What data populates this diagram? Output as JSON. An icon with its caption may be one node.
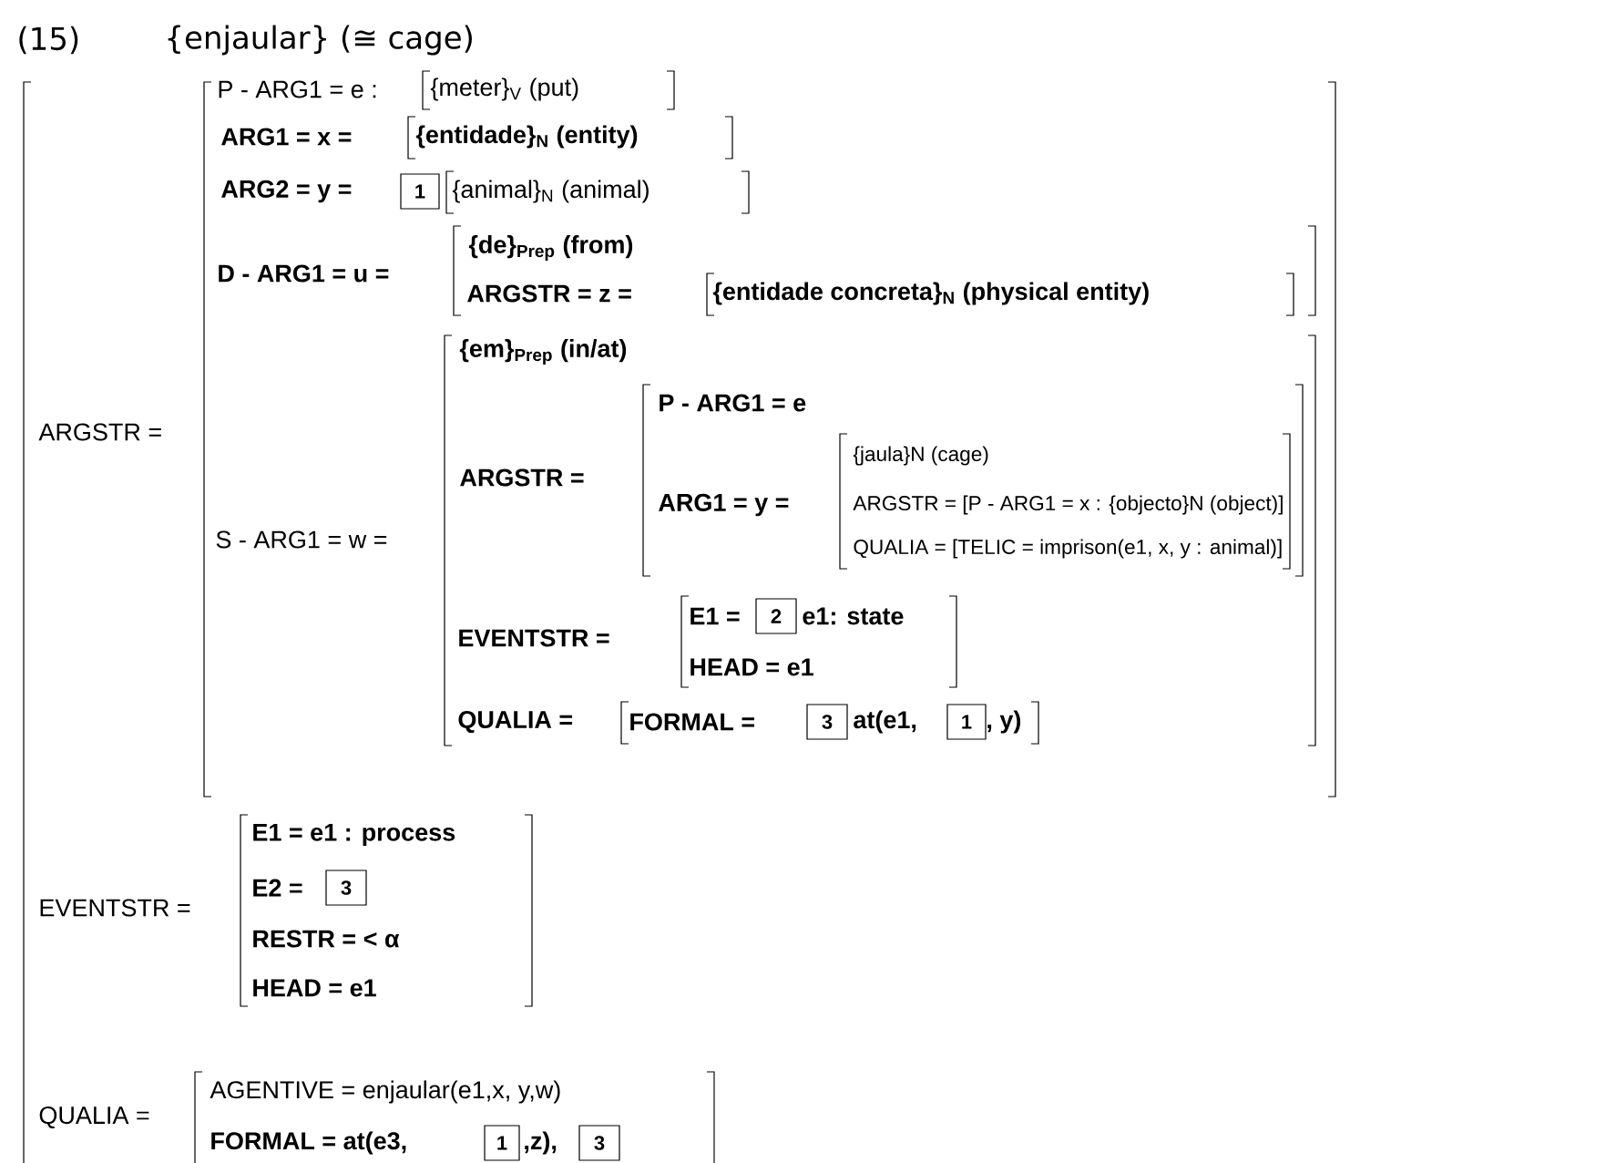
{
  "diagram": {
    "nodes": [
      {
        "text": [
          "1"
        ]
      },
      {
        "text": [
          "2"
        ]
      },
      {
        "text": [
          "3"
        ]
      },
      {
        "text": [
          "1"
        ]
      },
      {
        "text": [
          "3"
        ]
      },
      {
        "text": [
          "1"
        ]
      },
      {
        "text": [
          "3"
        ]
      }
    ],
    "labels": [
      "(15)",
      "{enjaular} (≅ cage)",
      "P - ARG1 = e :",
      "{meter}$_{V}$ (put)",
      "ARG1 = x =",
      "{entidade}$_{N}$ (entity)",
      "ARG2 = y =",
      "{animal}$_{N}$ (animal)",
      "{de}$_{Prep}$ (from)",
      "D - ARG1 = u =",
      "ARGSTR = z =",
      "{entidade concreta}$_{N}$ (physical entity)",
      "{em}$_{Prep}$ (in/at)",
      "P - ARG1 = e",
      "ARGSTR =",
      "{jaula}N (cage)",
      "ARGSTR =",
      "ARG1 = y =",
      "ARGSTR = [P - ARG1 = x : {objecto}N (object)]",
      "S - ARG1 = w =",
      "QUALIA = [TELIC = imprison(e1, x, y : animal)]",
      "E1 =",
      "e1: state",
      "EVENTSTR =",
      "HEAD = e1",
      "QUALIA =",
      "FORMAL =",
      "at(e1,",
      ", y)",
      "E1 = e1 : process",
      "E2 =",
      "EVENTSTR =",
      "RESTR = < α",
      "HEAD = e1",
      "AGENTIVE = enjaular(e1,x, y,w)",
      "QUALIA =",
      "FORMAL = at(e3,",
      ",z),"
    ]
  }
}
